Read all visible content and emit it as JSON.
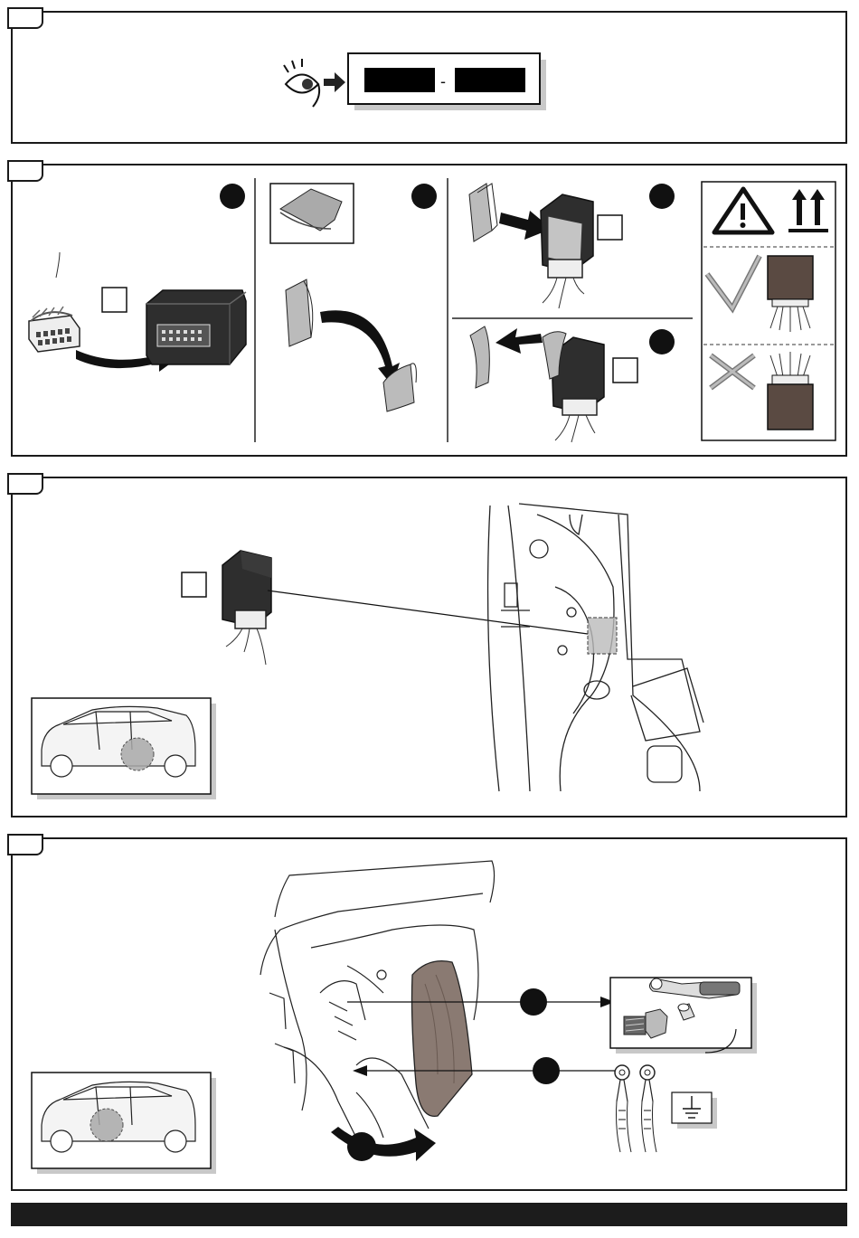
{
  "document": {
    "type": "installation-instructions",
    "panels": [
      {
        "id": "step-1",
        "content": "check-module-label-codes"
      },
      {
        "id": "step-2",
        "content": "connect-module-and-apply-adhesive-pad"
      },
      {
        "id": "step-3",
        "content": "mount-module-in-rear-side-panel"
      },
      {
        "id": "step-4",
        "content": "ground-cable-connection-in-trunk"
      }
    ],
    "label_separator": "-",
    "symbols": [
      "eye-icon",
      "warning-triangle-icon",
      "this-side-up-icon",
      "check-mark-icon",
      "cross-mark-icon",
      "ground-symbol-icon"
    ]
  },
  "colors": {
    "ink": "#1a1a1a",
    "module_dark": "#333333",
    "module_brown": "#5a4a42",
    "pad_grey": "#b8b8b8",
    "drop_shadow": "#c8c8c8",
    "footer": "#1c1c1c"
  }
}
